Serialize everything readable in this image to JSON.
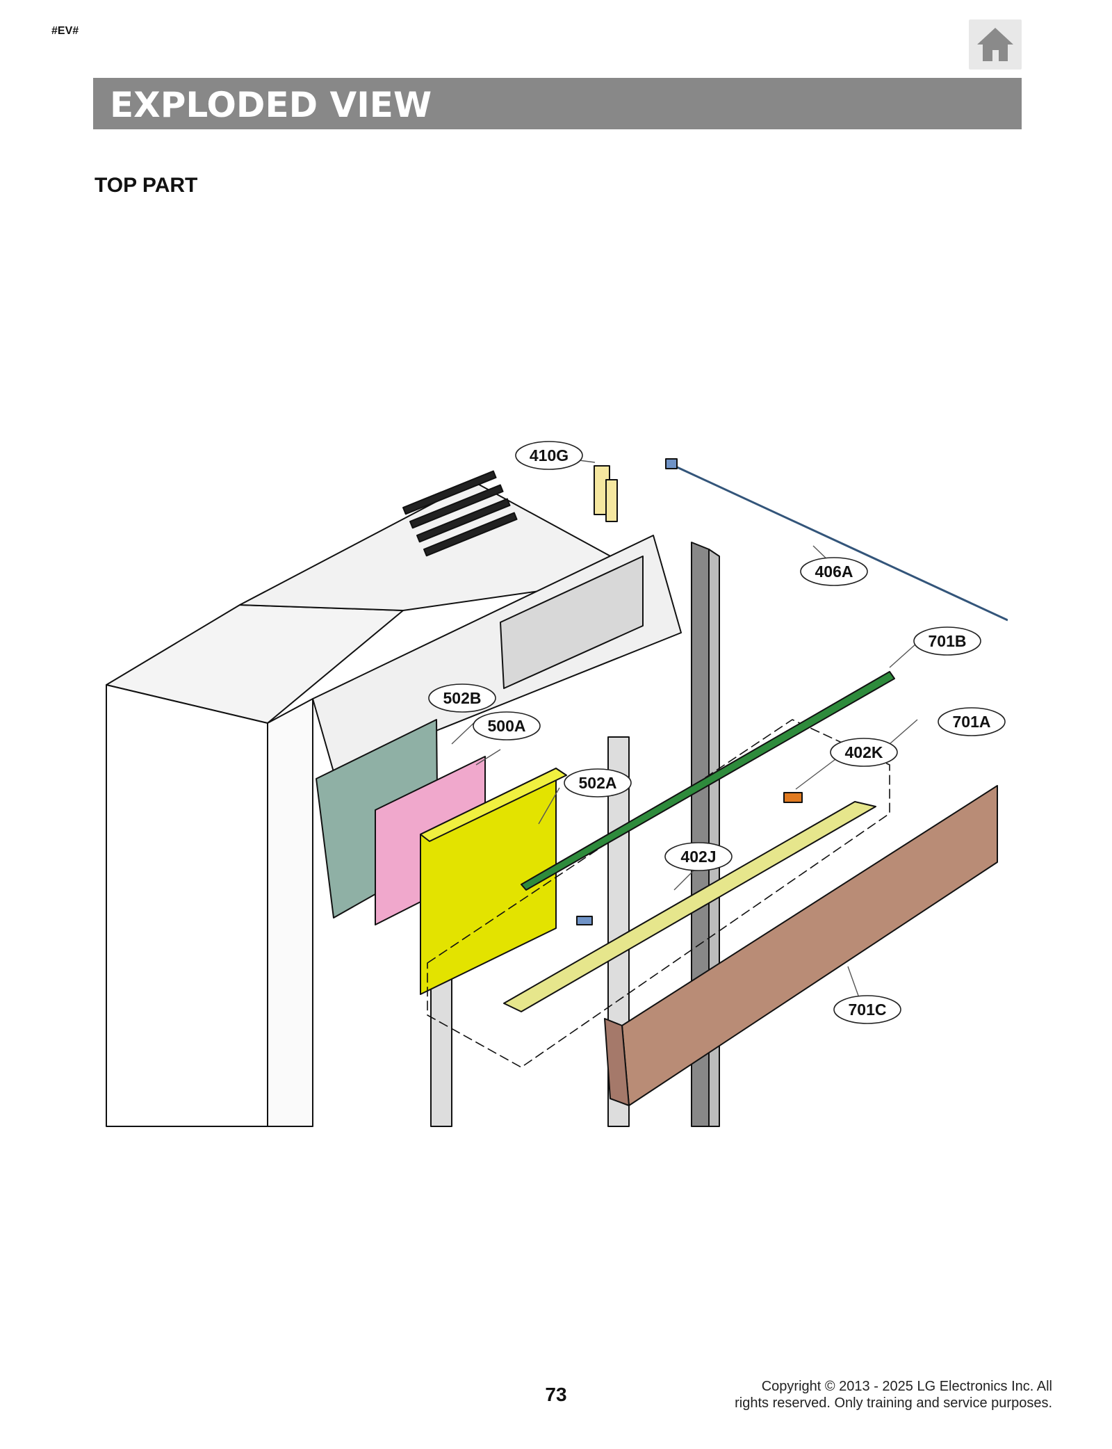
{
  "page": {
    "tag": "#EV#",
    "banner_title": "EXPLODED VIEW",
    "section_title": "TOP PART",
    "page_number": "73",
    "copyright_line1": "Copyright © 2013 - 2025 LG Electronics Inc. All",
    "copyright_line2": "rights reserved. Only training and service purposes."
  },
  "icons": {
    "home": "home-icon"
  },
  "colors": {
    "banner": "#888888",
    "part_500A": "#f0a8cc",
    "part_502A": "#e3e300",
    "part_502B": "#8fb0a5",
    "part_701B": "#2e8b3c",
    "part_701C": "#b98c76",
    "part_402J": "#e6e68c",
    "part_410G": "#f5e7a0",
    "part_402K": "#e07a20"
  },
  "callouts": {
    "c410G": "410G",
    "c406A": "406A",
    "c701B": "701B",
    "c701A": "701A",
    "c502B": "502B",
    "c500A": "500A",
    "c402K": "402K",
    "c502A": "502A",
    "c402J": "402J",
    "c701C": "701C"
  }
}
